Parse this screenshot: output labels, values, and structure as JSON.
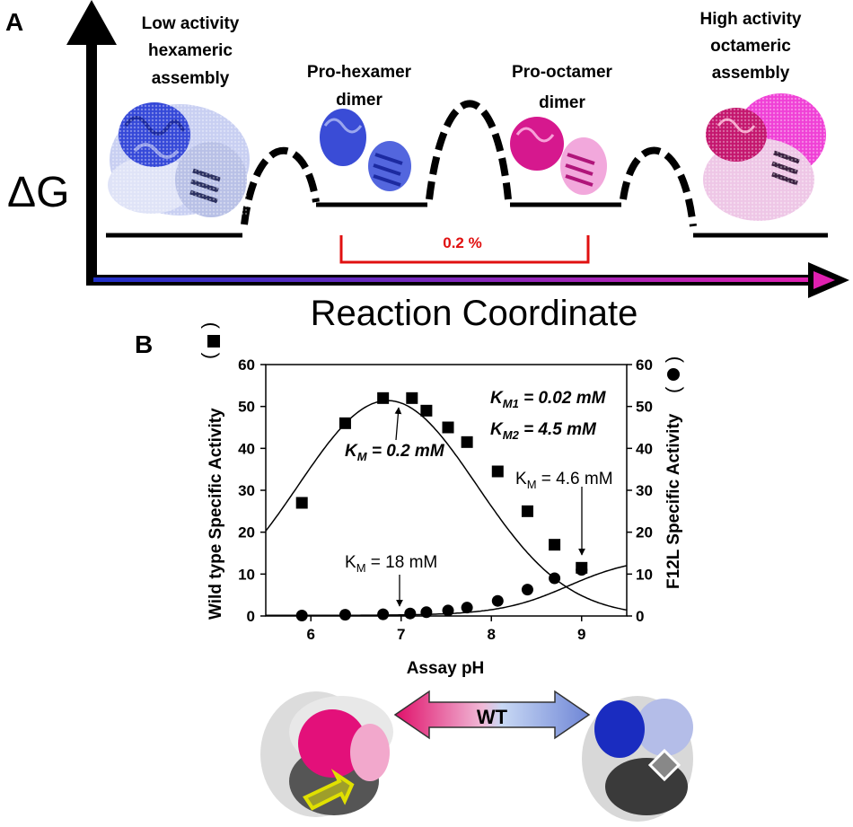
{
  "panel_a": {
    "panel_label": "A",
    "y_axis_label": "ΔG",
    "x_axis_label": "Reaction Coordinate",
    "states": [
      {
        "line1": "Low activity",
        "line2": "hexameric",
        "line3": "assembly"
      },
      {
        "line1": "Pro-hexamer",
        "line2": "dimer"
      },
      {
        "line1": "Pro-octamer",
        "line2": "dimer"
      },
      {
        "line1": "High activity",
        "line2": "octameric",
        "line3": "assembly"
      }
    ],
    "bracket_label": "0.2 %",
    "colors": {
      "hexamer": "#2233cc",
      "octamer": "#e020b0",
      "bracket": "#e01010"
    }
  },
  "panel_b": {
    "panel_label": "B",
    "left_axis_label": "Wild type Specific Activity",
    "right_axis_label": "F12L Specific Activity",
    "x_axis_label": "Assay pH",
    "annotations": {
      "km1_sym": "K",
      "km1_sub": "M1",
      "km1_val": " = 0.02 mM",
      "km2_sym": "K",
      "km2_sub": "M2",
      "km2_val": " = 4.5 mM",
      "km_wt_sym": "K",
      "km_wt_sub": "M",
      "km_wt_val": " = 0.2 mM",
      "km_46_sym": "K",
      "km_46_sub": "M",
      "km_46_val": " = 4.6 mM",
      "km_18_sym": "K",
      "km_18_sub": "M",
      "km_18_val": " = 18 mM"
    },
    "arrow_label": "WT",
    "colors": {
      "arrow_left": "#e0106a",
      "arrow_right": "#6f86d6",
      "highlight": "#e0e000"
    }
  },
  "chart_data": {
    "type": "scatter",
    "xlim": [
      5.5,
      9.5
    ],
    "ylim": [
      0,
      60
    ],
    "y2lim": [
      0,
      60
    ],
    "x_ticks": [
      6,
      7,
      8,
      9
    ],
    "y_ticks": [
      0,
      10,
      20,
      30,
      40,
      50,
      60
    ],
    "xlabel": "Assay pH",
    "ylabel": "Wild type Specific Activity",
    "y2label": "F12L Specific Activity",
    "series": [
      {
        "marker": "square",
        "x": [
          5.9,
          6.38,
          6.8,
          7.12,
          7.28,
          7.52,
          7.73,
          8.07,
          8.4,
          8.7,
          9.0
        ],
        "y": [
          27,
          46,
          52,
          52,
          49,
          45,
          41.5,
          34.5,
          25,
          17,
          11.5
        ]
      },
      {
        "marker": "circle",
        "x": [
          5.9,
          6.38,
          6.8,
          7.1,
          7.28,
          7.52,
          7.73,
          8.07,
          8.4,
          8.7,
          9.0
        ],
        "y": [
          0.1,
          0.3,
          0.4,
          0.6,
          0.9,
          1.3,
          2,
          3.6,
          6.3,
          9,
          11
        ]
      }
    ]
  }
}
